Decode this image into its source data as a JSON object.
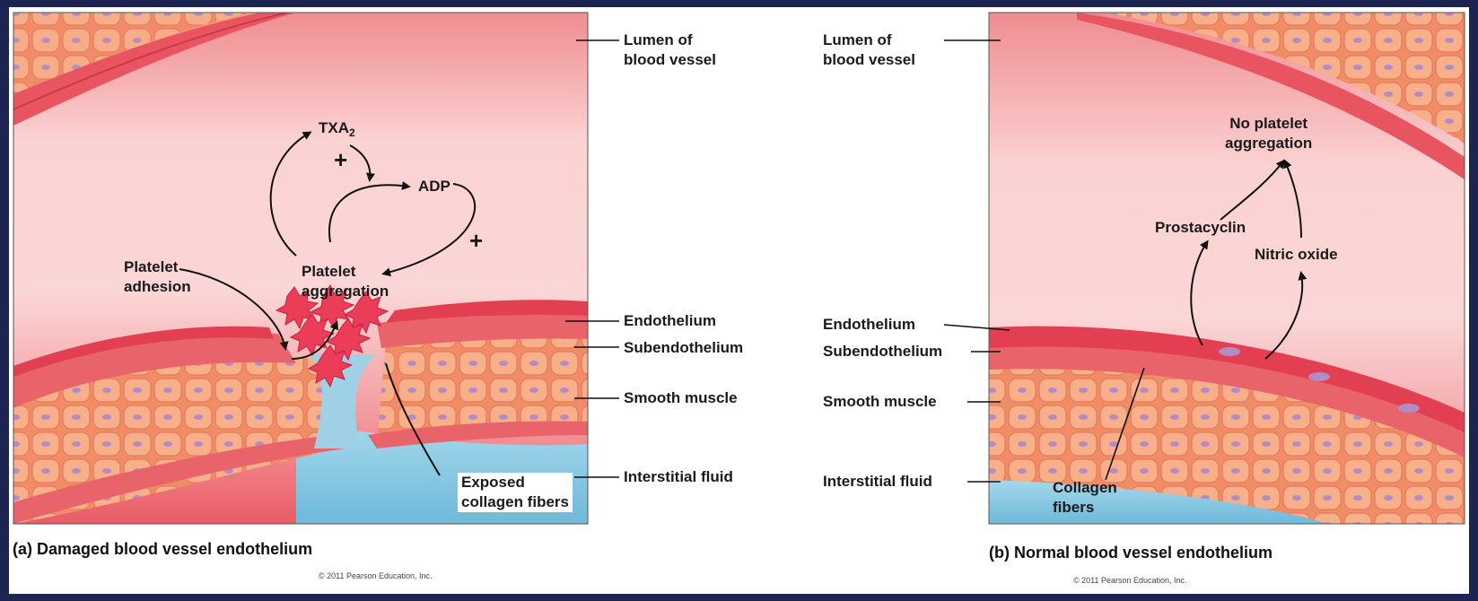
{
  "panel_a": {
    "caption_letter": "(a)",
    "caption": "Damaged blood vessel endothelium",
    "copyright": "© 2011 Pearson Education, Inc.",
    "labels": {
      "lumen": "Lumen of\nblood vessel",
      "endothelium": "Endothelium",
      "subendothelium": "Subendothelium",
      "smooth_muscle": "Smooth muscle",
      "interstitial_fluid": "Interstitial fluid",
      "exposed_collagen": "Exposed\ncollagen fibers",
      "platelet_adhesion": "Platelet\nadhesion",
      "platelet_aggregation": "Platelet\naggregation",
      "txa2_base": "TXA",
      "txa2_sub": "2",
      "adp": "ADP",
      "plus_sign": "+"
    }
  },
  "panel_b": {
    "caption_letter": "(b)",
    "caption": "Normal blood vessel endothelium",
    "copyright": "© 2011 Pearson Education, Inc.",
    "labels": {
      "lumen": "Lumen of\nblood vessel",
      "endothelium": "Endothelium",
      "subendothelium": "Subendothelium",
      "smooth_muscle": "Smooth muscle",
      "interstitial_fluid": "Interstitial fluid",
      "collagen_fibers": "Collagen\nfibers",
      "no_platelet_aggregation": "No platelet\naggregation",
      "prostacyclin": "Prostacyclin",
      "nitric_oxide": "Nitric oxide"
    }
  },
  "colors": {
    "border": "#1c2552",
    "lumen": "#f9c9c9",
    "vessel_wall": "#e8505f",
    "muscle": "#f5a07a",
    "nucleus": "#b58bc4",
    "fluid": "#8ccbe4"
  }
}
